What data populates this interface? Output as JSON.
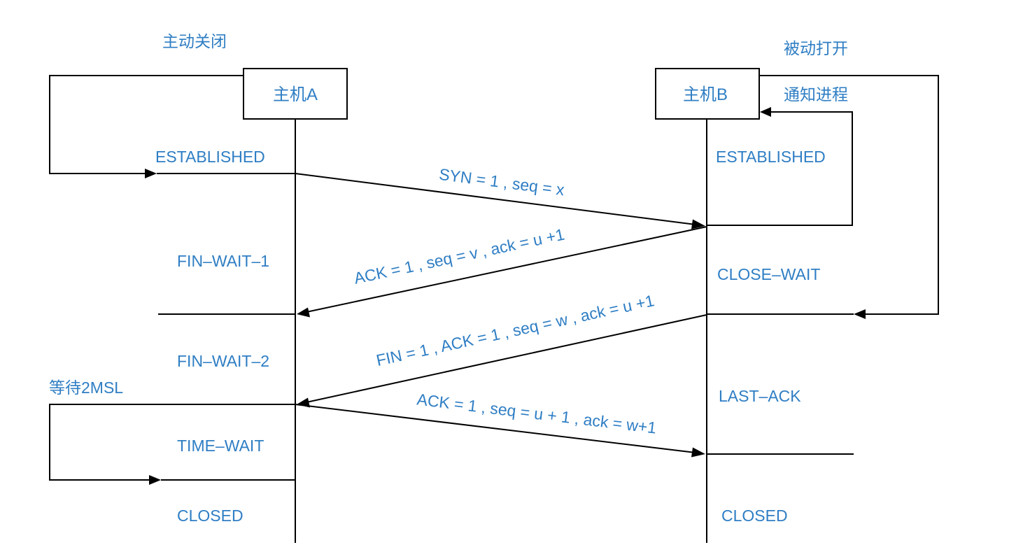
{
  "colors": {
    "text": "#2f7ec4",
    "line": "#000000"
  },
  "host_a": {
    "label": "主机A"
  },
  "host_b": {
    "label": "主机B"
  },
  "side_notes": {
    "active_close": "主动关闭",
    "passive_open": "被动打开",
    "notify_process": "通知进程",
    "wait_2msl": "等待2MSL"
  },
  "states_a": {
    "established": "ESTABLISHED",
    "fin_wait_1": "FIN–WAIT–1",
    "fin_wait_2": "FIN–WAIT–2",
    "time_wait": "TIME–WAIT",
    "closed": "CLOSED"
  },
  "states_b": {
    "established": "ESTABLISHED",
    "close_wait": "CLOSE–WAIT",
    "last_ack": "LAST–ACK",
    "closed": "CLOSED"
  },
  "messages": {
    "m1": "SYN = 1 , seq = x",
    "m2": "ACK = 1 , seq = v , ack = u +1",
    "m3": "FIN = 1 , ACK = 1 , seq = w , ack = u +1",
    "m4": "ACK = 1 , seq = u + 1 , ack = w+1"
  }
}
